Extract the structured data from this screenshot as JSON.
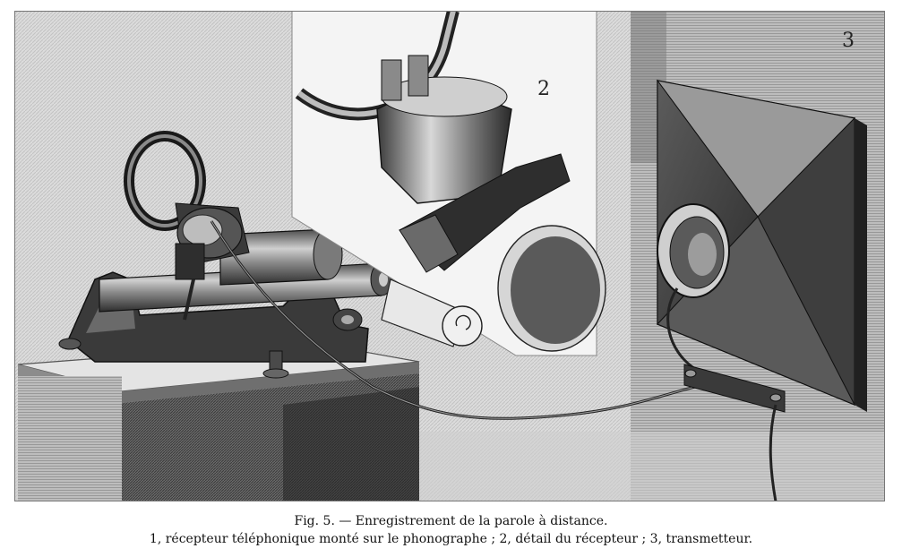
{
  "figure": {
    "panel_labels": {
      "panel2": "2",
      "panel3": "3"
    },
    "colors": {
      "engraving_light": "#e2e2e2",
      "engraving_mid": "#a8a8a8",
      "engraving_dark": "#2b2b2b",
      "inset_paper": "#f4f4f4"
    }
  },
  "caption": {
    "line1_prefix": "Fig. 5. — ",
    "line1_title": "Enregistrement de la parole à distance.",
    "line2": "1, récepteur téléphonique monté sur le phonographe ; 2, détail du récepteur ; 3, transmetteur."
  }
}
